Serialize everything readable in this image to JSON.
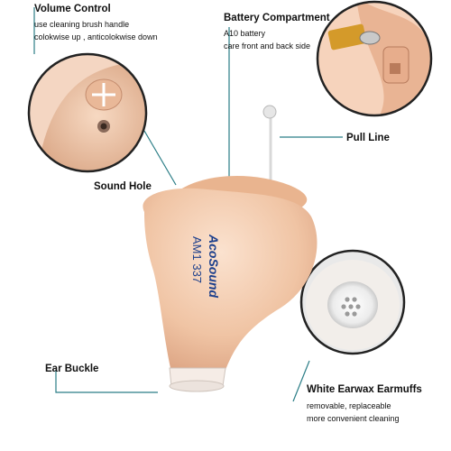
{
  "volume_control": {
    "title": "Volume Control",
    "lines": [
      "use cleaning brush handle",
      "colokwise up , anticolokwise down"
    ]
  },
  "battery": {
    "title": "Battery Compartment",
    "lines": [
      "A10 battery",
      "care front and back side"
    ]
  },
  "pull_line": {
    "title": "Pull Line"
  },
  "sound_hole": {
    "title": "Sound Hole"
  },
  "ear_buckle": {
    "title": "Ear Buckle"
  },
  "earwax": {
    "title": "White Earwax Earmuffs",
    "lines": [
      "removable, replaceable",
      "more convenient cleaning"
    ]
  },
  "device": {
    "brand": "AcoSound",
    "model": "AM1 337"
  },
  "colors": {
    "skin": "#f1c9ac",
    "leader": "#2a7d86",
    "circle_ring": "#222222"
  }
}
